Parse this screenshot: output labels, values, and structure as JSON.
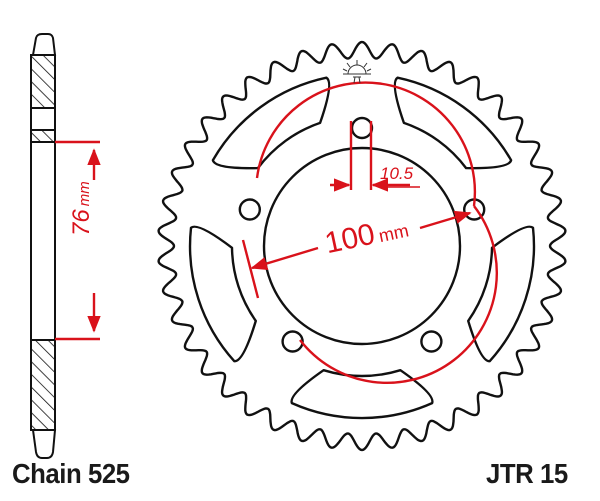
{
  "drawing": {
    "type": "rear sprocket technical drawing",
    "line_color": "#111111",
    "dimension_color": "#d9121b",
    "teeth_count_drawn": 42
  },
  "labels": {
    "chain": "Chain 525",
    "part_number": "JTR 15"
  },
  "dimensions": {
    "bore_height": {
      "value": "76",
      "unit": "mm"
    },
    "pcd": {
      "value": "100",
      "unit": "mm"
    },
    "bolt_hole": {
      "value": "10.5"
    }
  },
  "logo": {
    "name": "sun-logo"
  }
}
